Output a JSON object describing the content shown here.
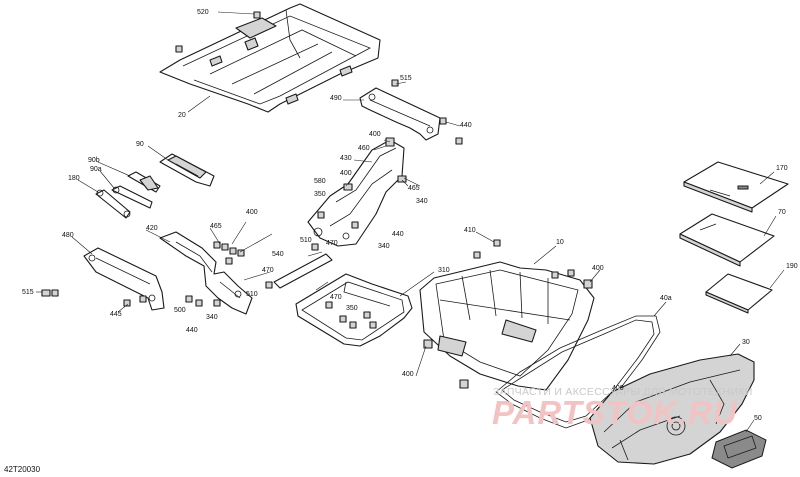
{
  "diagram": {
    "reference_code": "42T20030",
    "callouts": {
      "c520": "520",
      "c20": "20",
      "c515": "515",
      "c490": "490",
      "c440a": "440",
      "c400a": "400",
      "c460": "460",
      "c430": "430",
      "c400b": "400",
      "c465": "465",
      "c90": "90",
      "c90b": "90b",
      "c90a": "90a",
      "c180": "180",
      "c580": "580",
      "c350": "350",
      "c510a": "510",
      "c470a": "470",
      "c340a": "340",
      "c440b": "440",
      "c420": "420",
      "c400c": "400",
      "c465b": "465",
      "c480": "480",
      "c340b": "340",
      "c470b": "470",
      "c410": "410",
      "c10": "10",
      "c400d": "400",
      "c310": "310",
      "c540": "540",
      "c515b": "515",
      "c445": "445",
      "c500": "500",
      "c510b": "510",
      "c340c": "340",
      "c440c": "440",
      "c470c": "470",
      "c350b": "350",
      "c400e": "400",
      "c40a": "40a",
      "c30": "30",
      "c400f": "400",
      "c170": "170",
      "c70": "70",
      "c190": "190",
      "c50": "50"
    },
    "watermark": {
      "text": "ЗАПЧАСТИ И АКСЕССУАРЫ ДЛЯ МОТОТЕХНИКИ",
      "logo": "PARTSTOK.RU"
    }
  }
}
